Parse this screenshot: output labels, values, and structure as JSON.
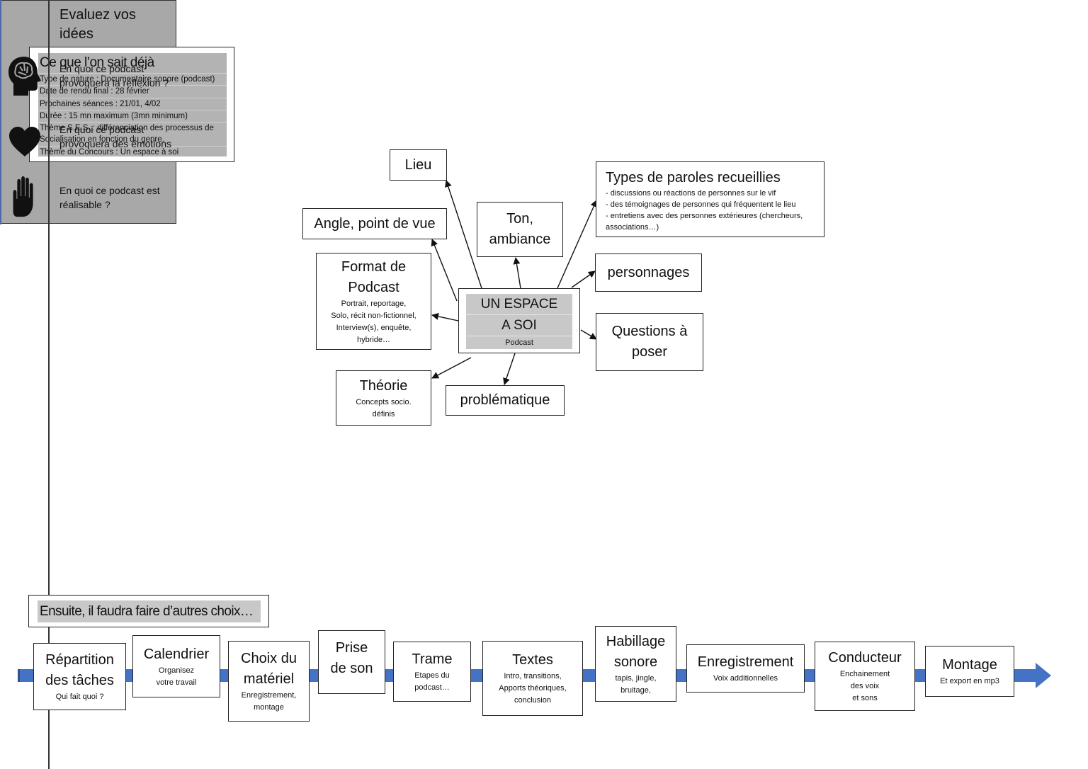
{
  "known": {
    "title": "Ce que l’on sait déjà",
    "rows": [
      "Type de nature : Documentaire sonore (podcast)",
      "Date de rendu final : 28 février",
      "Prochaines séances : 21/01, 4/02",
      "Durée : 15 mn maximum (3mn minimum)",
      "Thème S.E.S. : différenciation des processus de Socialisation en fonction du genre.",
      "Thème du Concours :  Un espace à soi"
    ]
  },
  "center": {
    "line1": "UN ESPACE",
    "line2": "A SOI",
    "sub": "Podcast"
  },
  "nodes": {
    "lieu": "Lieu",
    "angle": "Angle, point de vue",
    "ton": {
      "line1": "Ton,",
      "line2": "ambiance"
    },
    "format": {
      "title1": "Format de",
      "title2": "Podcast",
      "d1": "Portrait, reportage,",
      "d2": "Solo, récit non-fictionnel,",
      "d3": "Interview(s), enquête,",
      "d4": "hybride…"
    },
    "types": {
      "title": "Types de paroles recueillies",
      "d1": "- discussions ou réactions de personnes sur le vif",
      "d2": "- des témoignages de personnes qui fréquentent le lieu",
      "d3": "- entretiens avec des personnes extérieures (chercheurs, associations…)"
    },
    "personnages": "personnages",
    "questions": {
      "line1": "Questions à",
      "line2": "poser"
    },
    "theorie": {
      "title": "Théorie",
      "d1": "Concepts socio.",
      "d2": "définis"
    },
    "problematique": "problématique"
  },
  "evaluate": {
    "title": "Evaluez vos idées",
    "q1": "En quoi ce podcast provoquera la réflexion ?",
    "q2": "En quoi ce podcast provoquera des émotions",
    "q3": "En quoi ce podcast est réalisable ?",
    "icons": [
      "brain-head-icon",
      "heart-icon",
      "hand-icon"
    ]
  },
  "next_label": "Ensuite, il faudra faire d’autres choix…",
  "timeline": [
    {
      "t1": "Répartition",
      "t2": "des tâches",
      "s1": "Qui fait quoi ?"
    },
    {
      "t1": "Calendrier",
      "s1": "Organisez",
      "s2": "votre travail"
    },
    {
      "t1": "Choix du",
      "t2": "matériel",
      "s1": "Enregistrement,",
      "s2": "montage"
    },
    {
      "t1": "Prise",
      "t2": "de son"
    },
    {
      "t1": "Trame",
      "s1": "Etapes du",
      "s2": "podcast…"
    },
    {
      "t1": "Textes",
      "s1": "Intro, transitions,",
      "s2": "Apports théoriques,",
      "s3": "conclusion"
    },
    {
      "t1": "Habillage",
      "t2": "sonore",
      "s1": "tapis, jingle,",
      "s2": "bruitage,"
    },
    {
      "t1": "Enregistrement",
      "s1": "Voix additionnelles"
    },
    {
      "t1": "Conducteur",
      "s1": "Enchainement",
      "s2": "des voix",
      "s3": "et sons"
    },
    {
      "t1": "Montage",
      "s1": "Et export en mp3"
    }
  ],
  "colors": {
    "timeline": "#4472c4",
    "panel_gray": "#a8a8a8",
    "label_gray": "#c8c8c8"
  }
}
